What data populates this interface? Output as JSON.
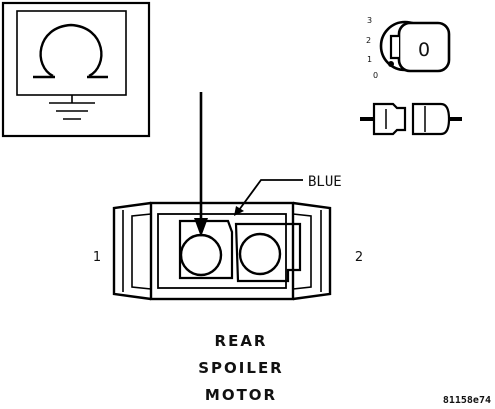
{
  "meter": {
    "symbol": "Ω"
  },
  "ignition": {
    "positions": [
      "3",
      "2",
      "1",
      "0"
    ],
    "key_label": "0"
  },
  "connector": {
    "wire_color_label": "BLUE",
    "pin_left_label": "1",
    "pin_right_label": "2",
    "component_name_lines": [
      "REAR",
      "SPOILER",
      "MOTOR"
    ]
  },
  "figure_id": "81158e74"
}
